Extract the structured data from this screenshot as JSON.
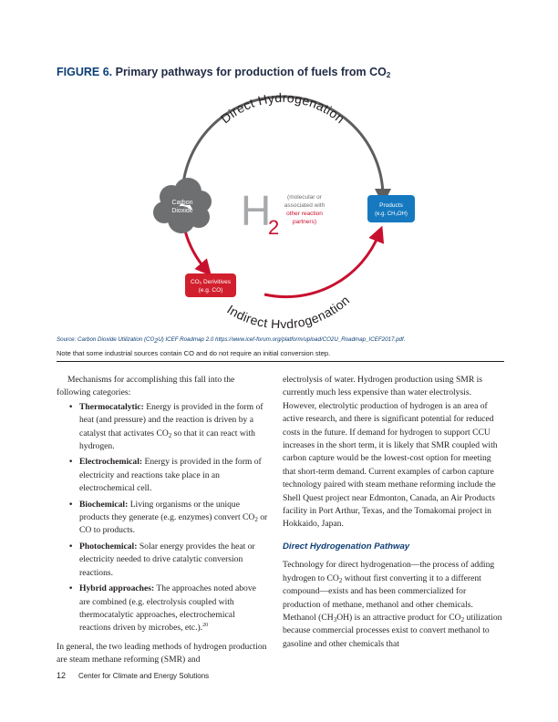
{
  "figure": {
    "label": "FIGURE 6.",
    "title_pre": "Primary pathways for production of fuels from CO",
    "title_sub": "2"
  },
  "diagram": {
    "top_arc_label": "Direct Hydrogenation",
    "bottom_arc_label": "Indirect Hydrogenation",
    "cloud_line1": "Carbon",
    "cloud_line2": "Dioxide",
    "h2_letter": "H",
    "h2_sub": "2",
    "h2_note_1": "(molecular or",
    "h2_note_2": "associated with",
    "h2_note_3": "other reaction",
    "h2_note_4": "partners)",
    "products_line1": "Products",
    "products_line2": "(e.g. CH₃OH)",
    "derivatives_line1": "CO₂ Derivitives",
    "derivatives_line2": "(e.g. CO)",
    "colors": {
      "arrow_gray": "#5e5e5e",
      "arrow_red": "#c8102e",
      "products_box": "#1679c0",
      "derivatives_box": "#d21f2d",
      "cloud": "#6d6f71",
      "h_letter": "#a7a9ac"
    }
  },
  "source": {
    "pre": "Source: Carbon Dioxide Utilization (CO",
    "sub": "2",
    "post": "U) ICEF Roadmap 2.0 https://www.icef-forum.org/platform/upload/CO2U_Roadmap_ICEF2017.pdf."
  },
  "note": "Note that some industrial sources contain CO and do not require an initial conversion step.",
  "left": {
    "intro": "Mechanisms for accomplishing this fall into the following categories:",
    "b1_label": "Thermocatalytic:",
    "b1_pre": " Energy is provided in the form of heat (and pressure) and the reaction is driven by a catalyst that activates CO",
    "b1_post": " so that it can react with hydrogen.",
    "b2_label": "Electrochemical:",
    "b2_text": " Energy is provided in the form of electricity and reactions take place in an electrochemical cell.",
    "b3_label": "Biochemical:",
    "b3_pre": " Living organisms or the unique products they generate (e.g. enzymes) convert CO",
    "b3_post": " or CO to products.",
    "b4_label": "Photochemical:",
    "b4_text": " Solar energy provides the heat or electricity needed to drive catalytic conversion reactions.",
    "b5_label": "Hybrid approaches:",
    "b5_text": " The approaches noted above are combined (e.g. electrolysis coupled with thermocatalytic approaches, electrochemical reactions driven by microbes, etc.).",
    "b5_ref": "20",
    "closing": "In general, the two leading methods of hydrogen production are steam methane reforming (SMR) and"
  },
  "right": {
    "p1": "electrolysis of water. Hydrogen production using SMR is currently much less expensive than water electrolysis. However, electrolytic production of hydrogen is an area of active research, and there is significant potential for reduced costs in the future. If demand for hydrogen to support CCU increases in the short term, it is likely that SMR coupled with carbon capture would be the lowest-cost option for meeting that short-term demand. Current examples of carbon capture technology paired with steam methane reforming include the Shell Quest project near Edmonton, Canada, an Air Products facility in Port Arthur, Texas, and the Tomakomai project in Hokkaido, Japan.",
    "heading": "Direct Hydrogenation Pathway",
    "p2_a": "Technology for direct hydrogenation—the process of adding hydrogen to CO",
    "p2_b": " without first converting it to a different compound—exists and has been commercial­ized for production of methane, methanol and other chemicals. Methanol (CH",
    "p2_c": "OH) is an attractive product for CO",
    "p2_d": " utilization because commercial processes exist to convert methanol to gasoline and other chemicals that"
  },
  "footer": {
    "page": "12",
    "org": "Center for Climate and Energy Solutions"
  }
}
